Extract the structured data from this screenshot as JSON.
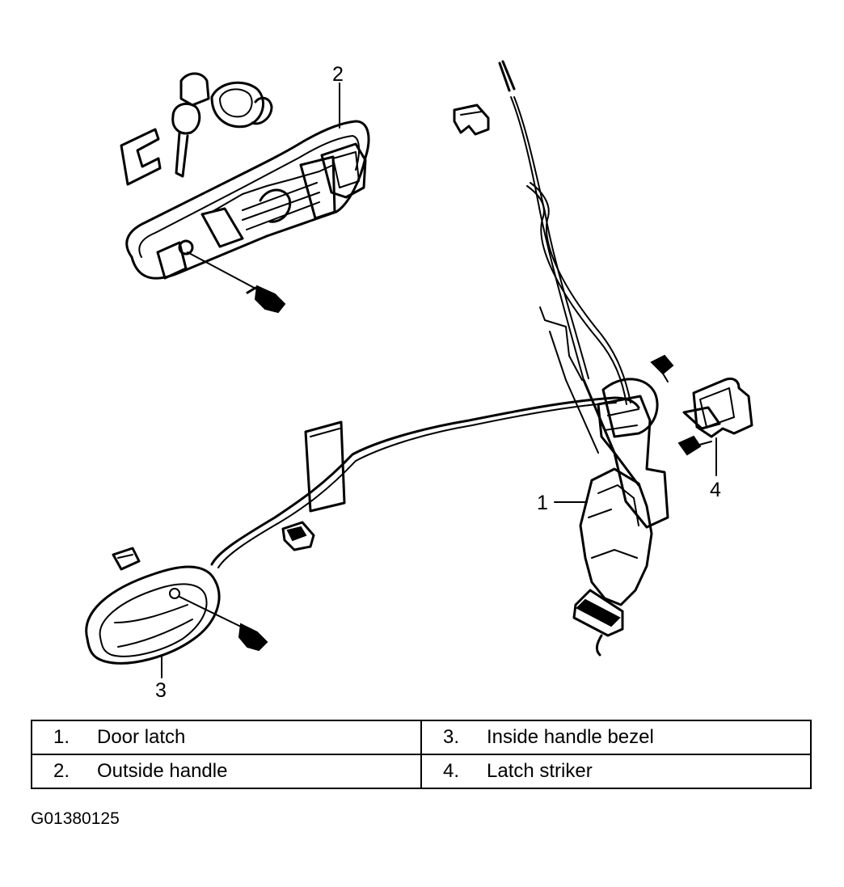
{
  "callouts": {
    "c1": "1",
    "c2": "2",
    "c3": "3",
    "c4": "4"
  },
  "legend": {
    "rows": [
      [
        {
          "num": "1.",
          "label": "Door latch"
        },
        {
          "num": "3.",
          "label": "Inside handle bezel"
        }
      ],
      [
        {
          "num": "2.",
          "label": "Outside handle"
        },
        {
          "num": "4.",
          "label": "Latch striker"
        }
      ]
    ]
  },
  "figure_id": "G01380125"
}
